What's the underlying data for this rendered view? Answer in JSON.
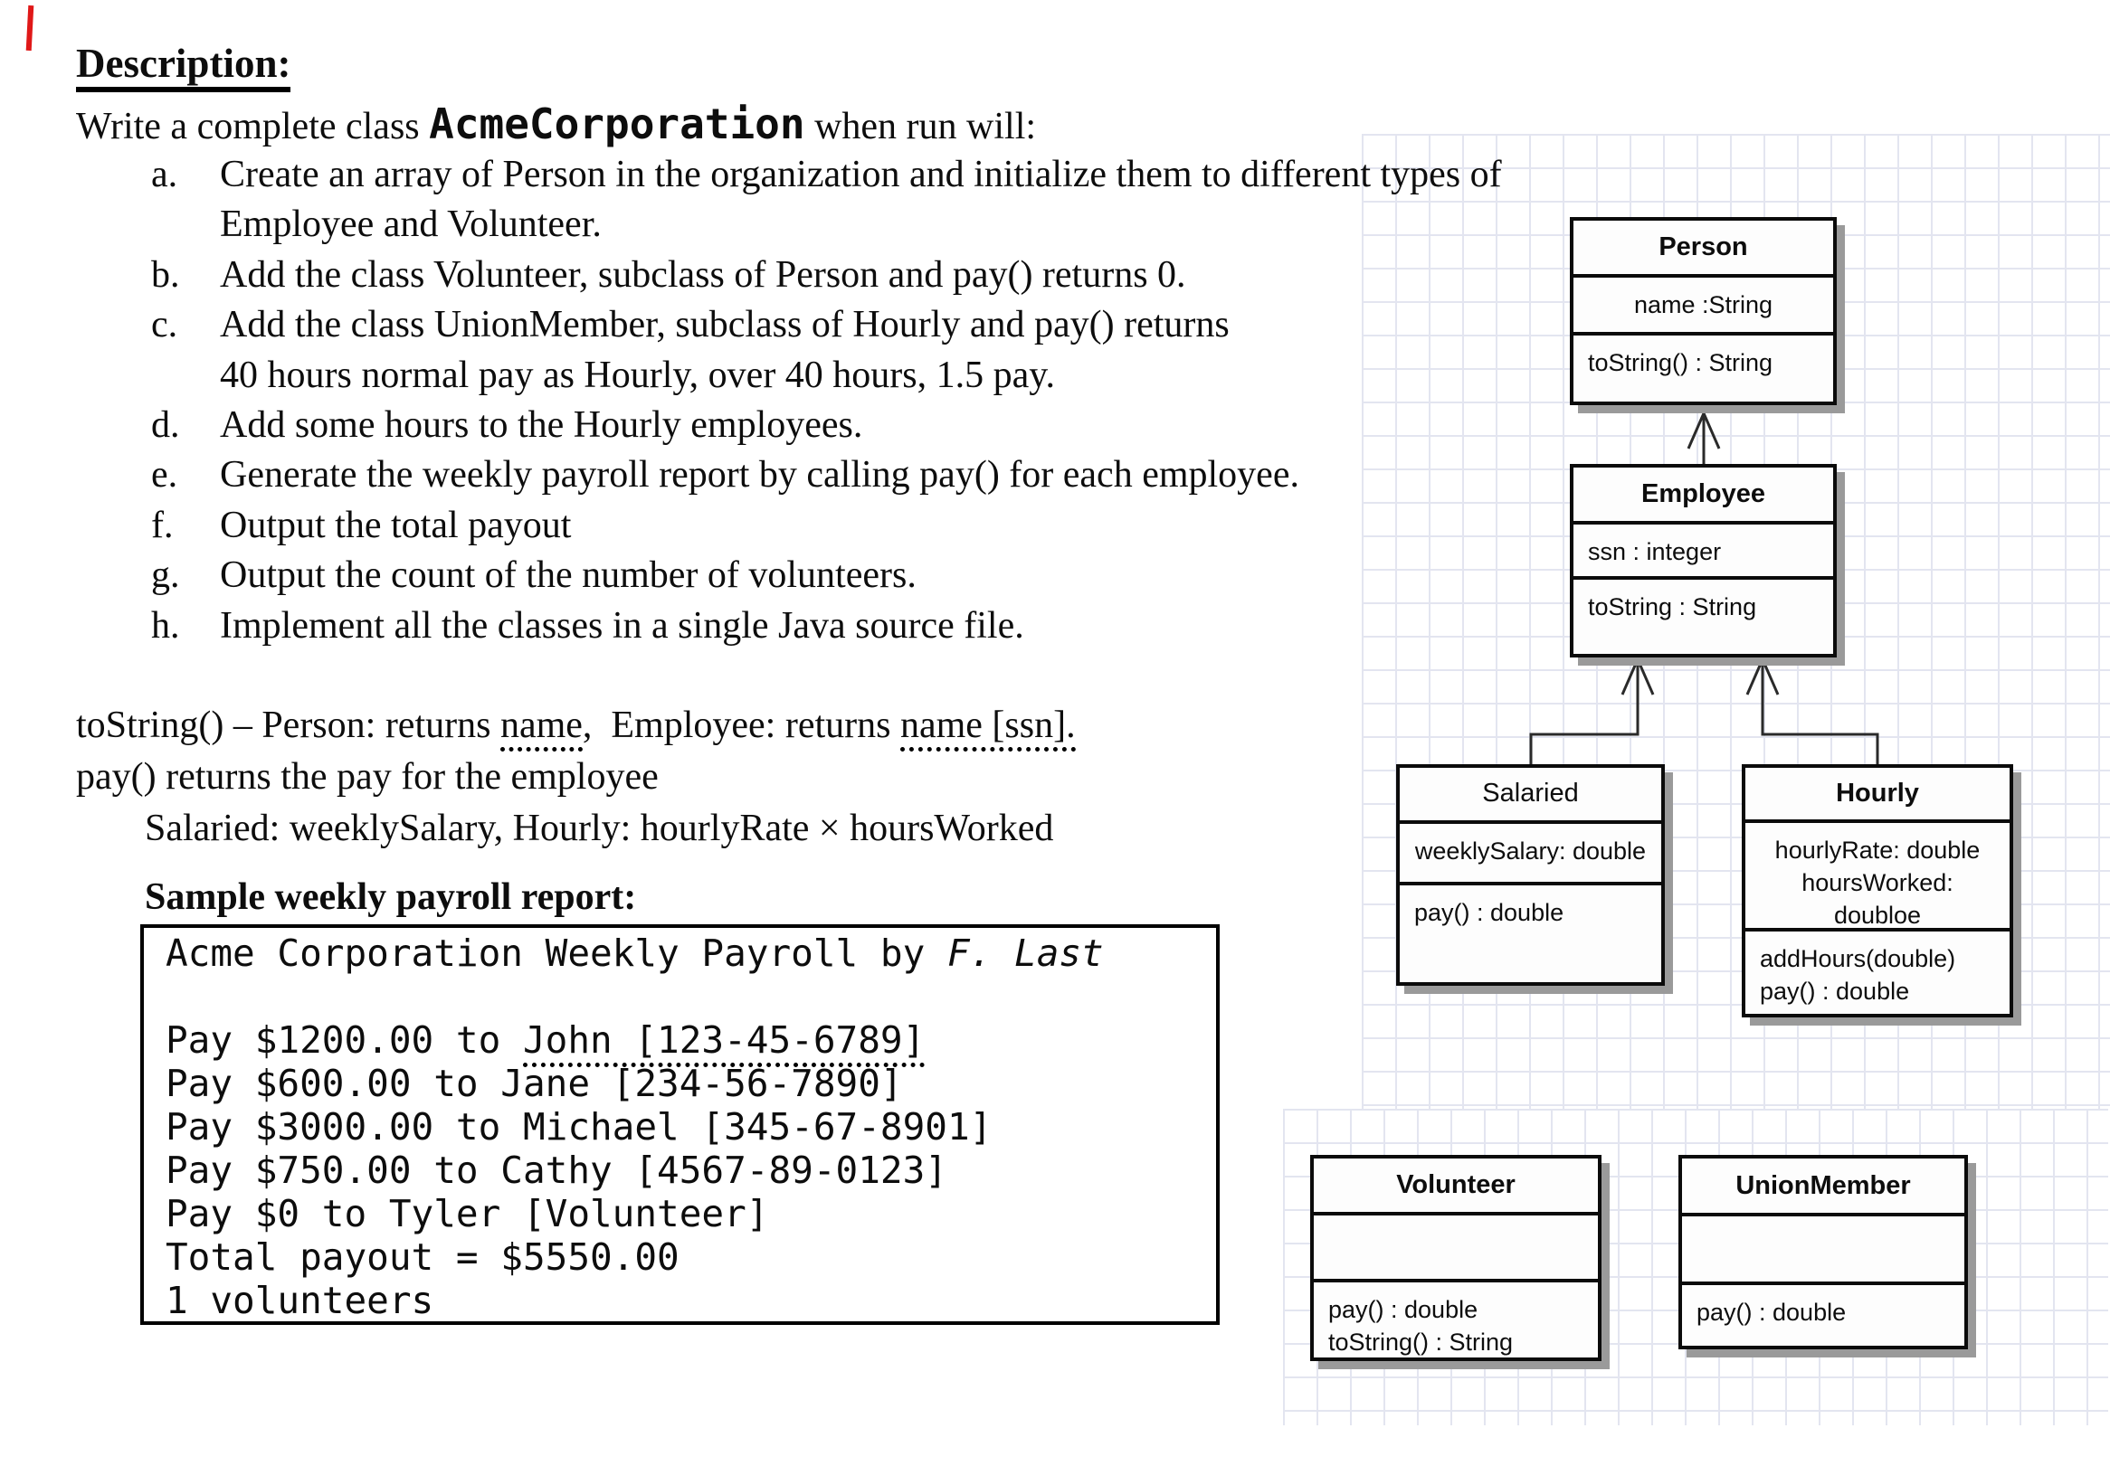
{
  "decor": {
    "red_mark_color": "#e01818",
    "grid_line_color": "#e3e5f0",
    "box_shadow_color": "#9a9a9a"
  },
  "document": {
    "heading": "Description:",
    "intro_segments": [
      {
        "t": "Write a complete class "
      },
      {
        "t": "AcmeCorporation",
        "style": "mono-bold"
      },
      {
        "t": " when run will:"
      }
    ],
    "list": [
      {
        "letter": "a.",
        "text": "Create an array of Person in the organization and initialize them to different types of"
      },
      {
        "letter": "",
        "text": "Employee and Volunteer."
      },
      {
        "letter": "b.",
        "text": "Add the class Volunteer, subclass of Person and pay() returns 0."
      },
      {
        "letter": "c.",
        "text": "Add the class UnionMember, subclass of Hourly and pay() returns"
      },
      {
        "letter": "",
        "text": "40 hours normal pay as Hourly, over 40 hours, 1.5 pay."
      },
      {
        "letter": "d.",
        "text": "Add some hours to the Hourly employees."
      },
      {
        "letter": "e.",
        "text": "Generate the weekly payroll report by calling pay() for each employee."
      },
      {
        "letter": "f.",
        "text": "Output the total payout"
      },
      {
        "letter": "g.",
        "text": "Output the count of the number of volunteers."
      },
      {
        "letter": "h.",
        "text": "Implement all the classes in a single Java source file."
      }
    ],
    "notes": [
      {
        "indent": false,
        "segments": [
          {
            "t": "toString() – Person: returns "
          },
          {
            "t": "name",
            "style": "dotted-underline"
          },
          {
            "t": ",  Employee: returns "
          },
          {
            "t": "name [ssn].",
            "style": "dotted-underline"
          }
        ]
      },
      {
        "indent": false,
        "segments": [
          {
            "t": "pay() returns the pay for the employee"
          }
        ]
      },
      {
        "indent": true,
        "segments": [
          {
            "t": "Salaried: weeklySalary, Hourly: hourlyRate × hoursWorked"
          }
        ]
      }
    ],
    "sample_heading": "Sample weekly payroll report:",
    "report_lines": [
      {
        "segments": [
          {
            "t": "Acme Corporation Weekly Payroll by "
          },
          {
            "t": "F. Last",
            "style": "italic"
          }
        ]
      },
      {
        "segments": []
      },
      {
        "segments": [
          {
            "t": "Pay $1200.00 to "
          },
          {
            "t": "John [123-45-6789]",
            "style": "dotted-underline"
          }
        ]
      },
      {
        "segments": [
          {
            "t": "Pay $600.00 to Jane [234-56-7890]"
          }
        ]
      },
      {
        "segments": [
          {
            "t": "Pay $3000.00 to Michael [345-67-8901]"
          }
        ]
      },
      {
        "segments": [
          {
            "t": "Pay $750.00 to Cathy [4567-89-0123]"
          }
        ]
      },
      {
        "segments": [
          {
            "t": "Pay $0 to Tyler [Volunteer]"
          }
        ]
      },
      {
        "segments": [
          {
            "t": "Total payout = $5550.00"
          }
        ]
      },
      {
        "segments": [
          {
            "t": "1 volunteers"
          }
        ]
      }
    ]
  },
  "uml": {
    "classes": [
      {
        "id": "person",
        "title": "Person",
        "title_bold": true,
        "attr_align": "center",
        "attributes": [
          "name :String"
        ],
        "methods": [
          "toString() : String"
        ]
      },
      {
        "id": "employee",
        "title": "Employee",
        "title_bold": true,
        "attr_align": "left",
        "attributes": [
          "ssn : integer"
        ],
        "methods": [
          "toString : String"
        ]
      },
      {
        "id": "salaried",
        "title": "Salaried",
        "title_bold": false,
        "attr_align": "center",
        "attributes": [
          "weeklySalary: double"
        ],
        "methods": [
          "pay() : double"
        ]
      },
      {
        "id": "hourly",
        "title": "Hourly",
        "title_bold": true,
        "attr_align": "center",
        "attributes": [
          "hourlyRate: double",
          "hoursWorked: doubloe"
        ],
        "methods": [
          "addHours(double)",
          "pay() : double"
        ]
      },
      {
        "id": "volunteer",
        "title": "Volunteer",
        "title_bold": true,
        "attr_align": "left",
        "attributes": [],
        "methods": [
          "pay() : double",
          "toString() : String"
        ]
      },
      {
        "id": "unionmember",
        "title": "UnionMember",
        "title_bold": true,
        "attr_align": "left",
        "attributes": [],
        "methods": [
          "pay() : double"
        ]
      }
    ]
  }
}
